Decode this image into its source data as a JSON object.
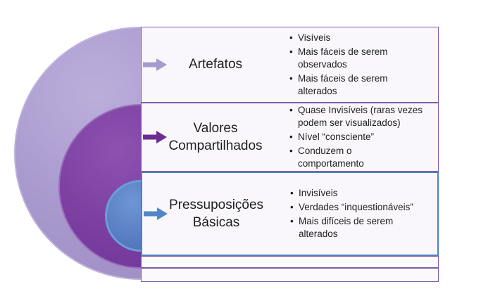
{
  "diagram": {
    "type": "nested-circles-with-level-boxes",
    "rows": [
      {
        "title": "Artefatos",
        "bullets": [
          "Visíveis",
          "Mais fáceis de serem\nobservados",
          "Mais fáceis de serem\nalterados"
        ]
      },
      {
        "title": "Valores\nCompartilhados",
        "bullets": [
          "Quase Invisíveis (raras vezes\npodem ser visualizados)",
          "Nível “consciente”",
          "Conduzem o\ncomportamento"
        ]
      },
      {
        "title": "Pressuposições\nBásicas",
        "bullets": [
          "Invisíveis",
          "Verdades “inquestionáveis”",
          "Mais difíceis de serem\nalterados"
        ]
      }
    ],
    "empty_strip_rows": 2
  },
  "icons": {
    "row_arrow": "right-block-arrow"
  },
  "colors": {
    "outer_circle": "#a899cd",
    "middle_circle": "#7a3da0",
    "inner_circle": "#5478be",
    "arrow_artefatos": "#a79ace",
    "arrow_valores": "#6b2d92",
    "arrow_pressuposicoes": "#5187c8",
    "box_border_purple": "#7e5ba6",
    "box_border_blue": "#4f81bd",
    "box_fill": "#f9f7fb",
    "text": "#1f1f1f",
    "page_background": "#ffffff"
  }
}
